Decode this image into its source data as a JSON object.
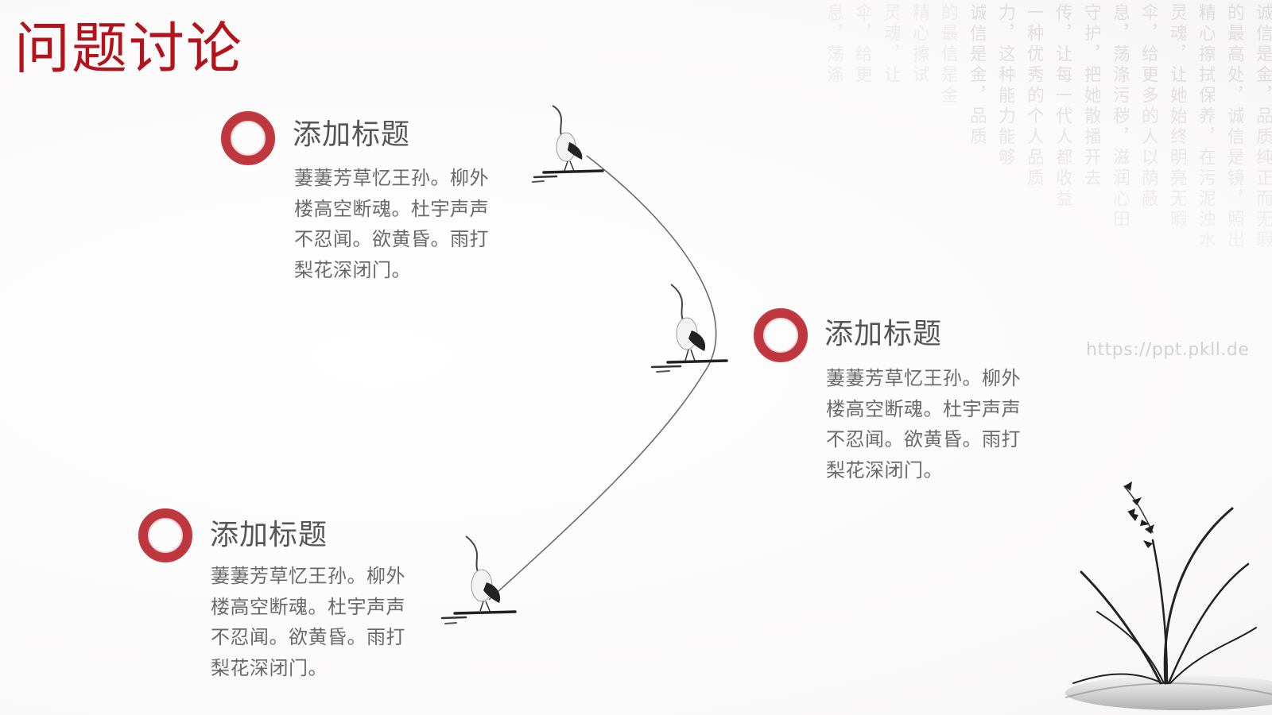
{
  "slide": {
    "title": "问题讨论",
    "watermark": "https://ppt.pkll.de",
    "accent_color": "#b3141c",
    "items": [
      {
        "title": "添加标题",
        "body_lines": [
          "萋萋芳草忆王孙。柳外",
          "楼高空断魂。杜宇声声",
          "不忍闻。欲黄昏。雨打",
          "梨花深闭门。"
        ]
      },
      {
        "title": "添加标题",
        "body_lines": [
          "萋萋芳草忆王孙。柳外",
          "楼高空断魂。杜宇声声",
          "不忍闻。欲黄昏。雨打",
          "梨花深闭门。"
        ]
      },
      {
        "title": "添加标题",
        "body_lines": [
          "萋萋芳草忆王孙。柳外",
          "楼高空断魂。杜宇声声",
          "不忍闻。欲黄昏。雨打",
          "梨花深闭门。"
        ]
      }
    ],
    "background_poem_columns": [
      "诚信是金，品质纯正而无瑕",
      "的最高处，诚信是镜，照出",
      "精心擦拭保养，在污泥浊水",
      "灵魂，让她始终明亮无暇",
      "伞，给更多的人以荫蔽",
      "息，荡涤污秽，滋润心田",
      "守护，把她散播开去",
      "传，让每一代人都收益",
      "一种优秀的个人品质",
      "力，这种能力能够",
      "诚信是金，品质",
      "的最信是金",
      "精心擦试",
      "灵魂，让",
      "伞，给更",
      "息，荡涤"
    ],
    "icons": [
      "ink-ring-icon",
      "crane-icon",
      "orchid-icon"
    ]
  }
}
